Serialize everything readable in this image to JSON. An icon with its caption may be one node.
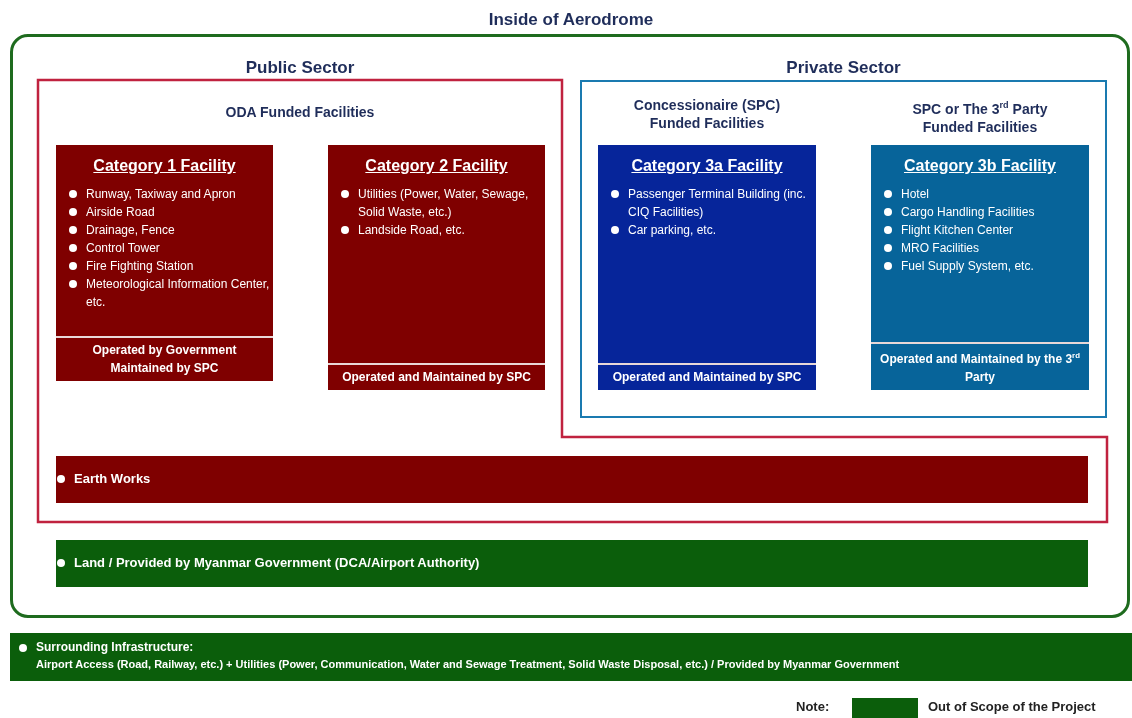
{
  "diagram": {
    "nodes": [
      {
        "text": [
          "Inside of Aerodrome"
        ]
      },
      {
        "text": [
          "Public Sector",
          "ODA Funded Facilities"
        ],
        "in": 0
      },
      {
        "text": [
          "Private Sector"
        ],
        "in": 0
      },
      {
        "text": [
          "Category 1 Facility",
          "Runway, Taxiway and Apron",
          "Airside Road",
          "Drainage, Fence",
          "Control Tower",
          "Fire Fighting Station",
          "Meteorological Information Center, etc.",
          "Operated by Government Maintained by SPC"
        ],
        "in": 1
      },
      {
        "text": [
          "Category 2 Facility",
          "Utilities (Power, Water, Sewage, Solid Waste, etc.)",
          "Landside Road, etc.",
          "Operated and Maintained by SPC"
        ],
        "in": 1
      },
      {
        "text": [
          "Concessionaire (SPC) Funded Facilities",
          "Category 3a Facility",
          "Passenger Terminal Building (inc. CIQ Facilities)",
          "Car parking, etc.",
          "Operated and Maintained by SPC"
        ],
        "in": 2
      },
      {
        "text": [
          "SPC or The 3$^{rd}$ Party Funded Facilities",
          "Category 3b Facility",
          "Hotel",
          "Cargo Handling Facilities",
          "Flight Kitchen Center",
          "MRO Facilities",
          "Fuel Supply System, etc.",
          "Operated and Maintained by the 3$^{rd}$ Party"
        ],
        "in": 2
      },
      {
        "text": [
          "Earth Works"
        ],
        "in": 1
      },
      {
        "text": [
          "Land / Provided by Myanmar Government (DCA/Airport Authority)"
        ],
        "in": 0
      },
      {
        "text": [
          "Surrounding Infrastructure:",
          "Airport Access (Road, Railway, etc.) + Utilities (Power, Communication, Water and Sewage Treatment, Solid Waste Disposal, etc.) / Provided by Myanmar Government"
        ]
      }
    ],
    "edges": [],
    "labels": [
      "Note:"
    ],
    "legend": [
      {
        "text": "Out of Scope of the Project",
        "color": "#0b5e0b"
      }
    ]
  }
}
